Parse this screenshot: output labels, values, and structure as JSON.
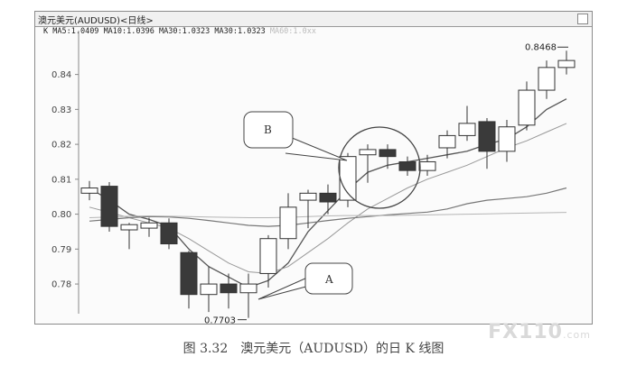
{
  "window": {
    "title": "澳元美元(AUDUSD)<日线>"
  },
  "legend": {
    "prefix": "K",
    "ma5": "MA5:1.0409",
    "ma10": "MA10:1.0396",
    "ma30a": "MA30:1.0323",
    "ma30b": "MA30:1.0323",
    "faint": "MA60:1.0xx"
  },
  "caption": "图 3.32　澳元美元（AUDUSD）的日 K 线图",
  "watermark": {
    "main": "FX110",
    "suffix": ".com"
  },
  "colors": {
    "bull": "#ffffff",
    "bear": "#3a3a3a",
    "ma5": "#555555",
    "ma10": "#999999",
    "ma30": "#777777",
    "ma_flat": "#b5b5b5"
  },
  "chart_data": {
    "type": "candlestick",
    "ylim": [
      0.7715,
      0.851
    ],
    "yticks": [
      "0.78",
      "0.79",
      "0.80",
      "0.81",
      "0.82",
      "0.83",
      "0.84"
    ],
    "ytick_values": [
      0.78,
      0.79,
      0.8,
      0.81,
      0.82,
      0.83,
      0.84
    ],
    "candles": [
      {
        "o": 0.806,
        "h": 0.8095,
        "l": 0.804,
        "c": 0.8075
      },
      {
        "o": 0.808,
        "h": 0.8092,
        "l": 0.795,
        "c": 0.7965
      },
      {
        "o": 0.7955,
        "h": 0.7975,
        "l": 0.79,
        "c": 0.797
      },
      {
        "o": 0.796,
        "h": 0.799,
        "l": 0.7935,
        "c": 0.7975
      },
      {
        "o": 0.7975,
        "h": 0.7988,
        "l": 0.79,
        "c": 0.7915
      },
      {
        "o": 0.789,
        "h": 0.7895,
        "l": 0.773,
        "c": 0.777
      },
      {
        "o": 0.777,
        "h": 0.785,
        "l": 0.772,
        "c": 0.78
      },
      {
        "o": 0.78,
        "h": 0.783,
        "l": 0.773,
        "c": 0.7775
      },
      {
        "o": 0.7775,
        "h": 0.783,
        "l": 0.7703,
        "c": 0.78
      },
      {
        "o": 0.783,
        "h": 0.794,
        "l": 0.779,
        "c": 0.793
      },
      {
        "o": 0.793,
        "h": 0.806,
        "l": 0.79,
        "c": 0.802
      },
      {
        "o": 0.804,
        "h": 0.807,
        "l": 0.796,
        "c": 0.806
      },
      {
        "o": 0.806,
        "h": 0.8085,
        "l": 0.8,
        "c": 0.8035
      },
      {
        "o": 0.804,
        "h": 0.8175,
        "l": 0.802,
        "c": 0.8165
      },
      {
        "o": 0.817,
        "h": 0.82,
        "l": 0.809,
        "c": 0.8185
      },
      {
        "o": 0.8185,
        "h": 0.82,
        "l": 0.813,
        "c": 0.8165
      },
      {
        "o": 0.815,
        "h": 0.8165,
        "l": 0.811,
        "c": 0.8125
      },
      {
        "o": 0.8125,
        "h": 0.817,
        "l": 0.811,
        "c": 0.815
      },
      {
        "o": 0.819,
        "h": 0.824,
        "l": 0.816,
        "c": 0.8225
      },
      {
        "o": 0.8225,
        "h": 0.831,
        "l": 0.821,
        "c": 0.826
      },
      {
        "o": 0.8265,
        "h": 0.8275,
        "l": 0.813,
        "c": 0.818
      },
      {
        "o": 0.818,
        "h": 0.827,
        "l": 0.815,
        "c": 0.825
      },
      {
        "o": 0.8255,
        "h": 0.838,
        "l": 0.824,
        "c": 0.8355
      },
      {
        "o": 0.8355,
        "h": 0.844,
        "l": 0.833,
        "c": 0.842
      },
      {
        "o": 0.842,
        "h": 0.8468,
        "l": 0.84,
        "c": 0.844
      }
    ],
    "ma_lines": [
      {
        "name": "MA5",
        "values": [
          0.8075,
          0.804,
          0.8,
          0.7985,
          0.7965,
          0.79,
          0.785,
          0.782,
          0.779,
          0.781,
          0.786,
          0.795,
          0.801,
          0.807,
          0.812,
          0.814,
          0.815,
          0.816,
          0.817,
          0.818,
          0.82,
          0.8215,
          0.825,
          0.83,
          0.833
        ]
      },
      {
        "name": "MA10",
        "values": [
          0.802,
          0.8005,
          0.799,
          0.7975,
          0.796,
          0.793,
          0.7895,
          0.786,
          0.7835,
          0.783,
          0.785,
          0.789,
          0.793,
          0.7975,
          0.8015,
          0.8045,
          0.8075,
          0.81,
          0.812,
          0.814,
          0.8165,
          0.819,
          0.821,
          0.8235,
          0.826
        ]
      },
      {
        "name": "MA30",
        "values": [
          0.798,
          0.7985,
          0.799,
          0.7993,
          0.7992,
          0.7988,
          0.7982,
          0.7975,
          0.7968,
          0.7965,
          0.7968,
          0.7975,
          0.7982,
          0.7988,
          0.7993,
          0.7998,
          0.8002,
          0.8006,
          0.8015,
          0.803,
          0.804,
          0.8045,
          0.805,
          0.806,
          0.8075
        ]
      },
      {
        "name": "MA60",
        "values": [
          0.799,
          0.7992,
          0.7994,
          0.7995,
          0.7994,
          0.7993,
          0.7992,
          0.7991,
          0.799,
          0.799,
          0.7991,
          0.7993,
          0.7995,
          0.7996,
          0.7996,
          0.7996,
          0.7997,
          0.7998,
          0.7999,
          0.8,
          0.8001,
          0.8002,
          0.8003,
          0.8004,
          0.8005
        ]
      }
    ],
    "annotations": {
      "low_label": "0.7703",
      "high_label": "0.8468",
      "callout_a": "A",
      "callout_b": "B"
    }
  }
}
